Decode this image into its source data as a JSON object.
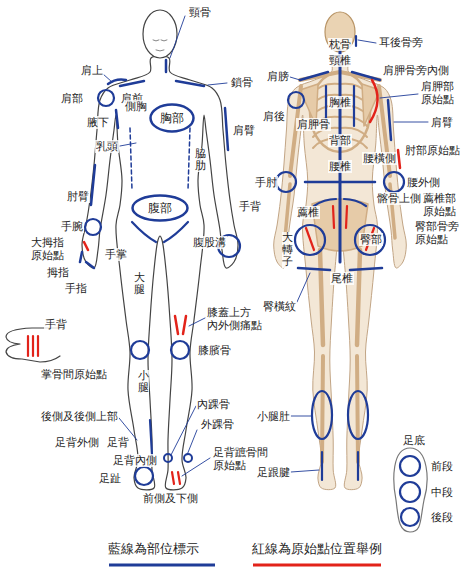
{
  "diagram": {
    "nodes": [
      {
        "text": [
          "胸部"
        ]
      },
      {
        "text": [
          "腹部"
        ]
      }
    ],
    "labels": [
      "頸骨",
      "肩上",
      "鎖骨",
      "肩部",
      "肩前",
      "腋下",
      "側胸",
      "乳頭",
      "肩臂",
      "脇肋",
      "肘臂",
      "手背",
      "手腕",
      "大拇指 原始點",
      "拇指",
      "手掌",
      "腹股溝",
      "手指",
      "大腿",
      "手背",
      "掌骨間原始點",
      "膝蓋上方 內外側痛點",
      "膝臏骨",
      "小腿",
      "內踝骨",
      "後側及後側上部",
      "外踝骨",
      "足背外側",
      "足背",
      "足趾",
      "足背內側",
      "足背蹠骨間 原始點",
      "前側及下側",
      "枕骨",
      "耳後骨旁",
      "頸椎",
      "肩胛骨旁內側",
      "肩膀",
      "肩胛部 原始點",
      "胸椎",
      "肩後",
      "肩胛骨",
      "肩臂",
      "背部",
      "肘部原始點",
      "腰椎",
      "腰橫側",
      "手肘",
      "腰外側",
      "髂骨上側",
      "薦椎部 原始點",
      "臀部骨旁 原始點",
      "薦椎",
      "大轉子",
      "臀部",
      "尾椎",
      "臀橫紋",
      "小腿肚",
      "足跟腱",
      "足底",
      "前段",
      "中段",
      "後段"
    ],
    "legend": [
      {
        "text": "藍線為部位標示"
      },
      {
        "text": "紅線為原始點位置舉例"
      }
    ]
  }
}
